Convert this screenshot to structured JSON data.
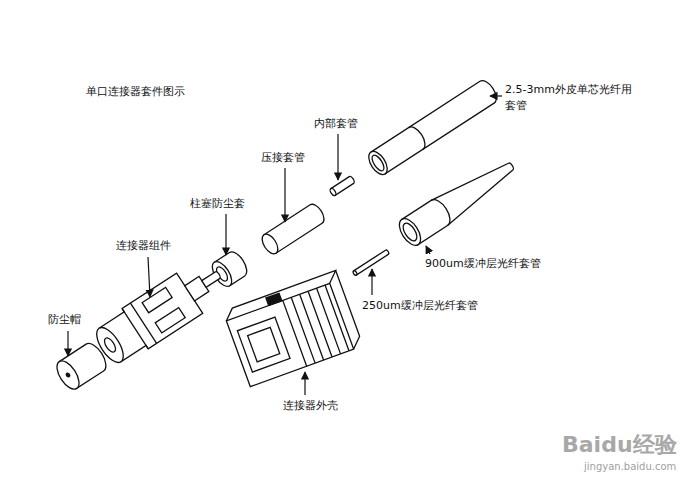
{
  "diagram": {
    "title": "单口连接器套件图示",
    "labels": [
      "2.5-3mm外皮单芯光纤用 套管",
      "内部套管",
      "压接套管",
      "柱塞防尘套",
      "连接器组件",
      "防尘帽",
      "900um缓冲层光纤套管",
      "250um缓冲层光纤套管",
      "连接器外壳",
      "Baidu经验",
      "jingyan.baidu.com"
    ]
  }
}
